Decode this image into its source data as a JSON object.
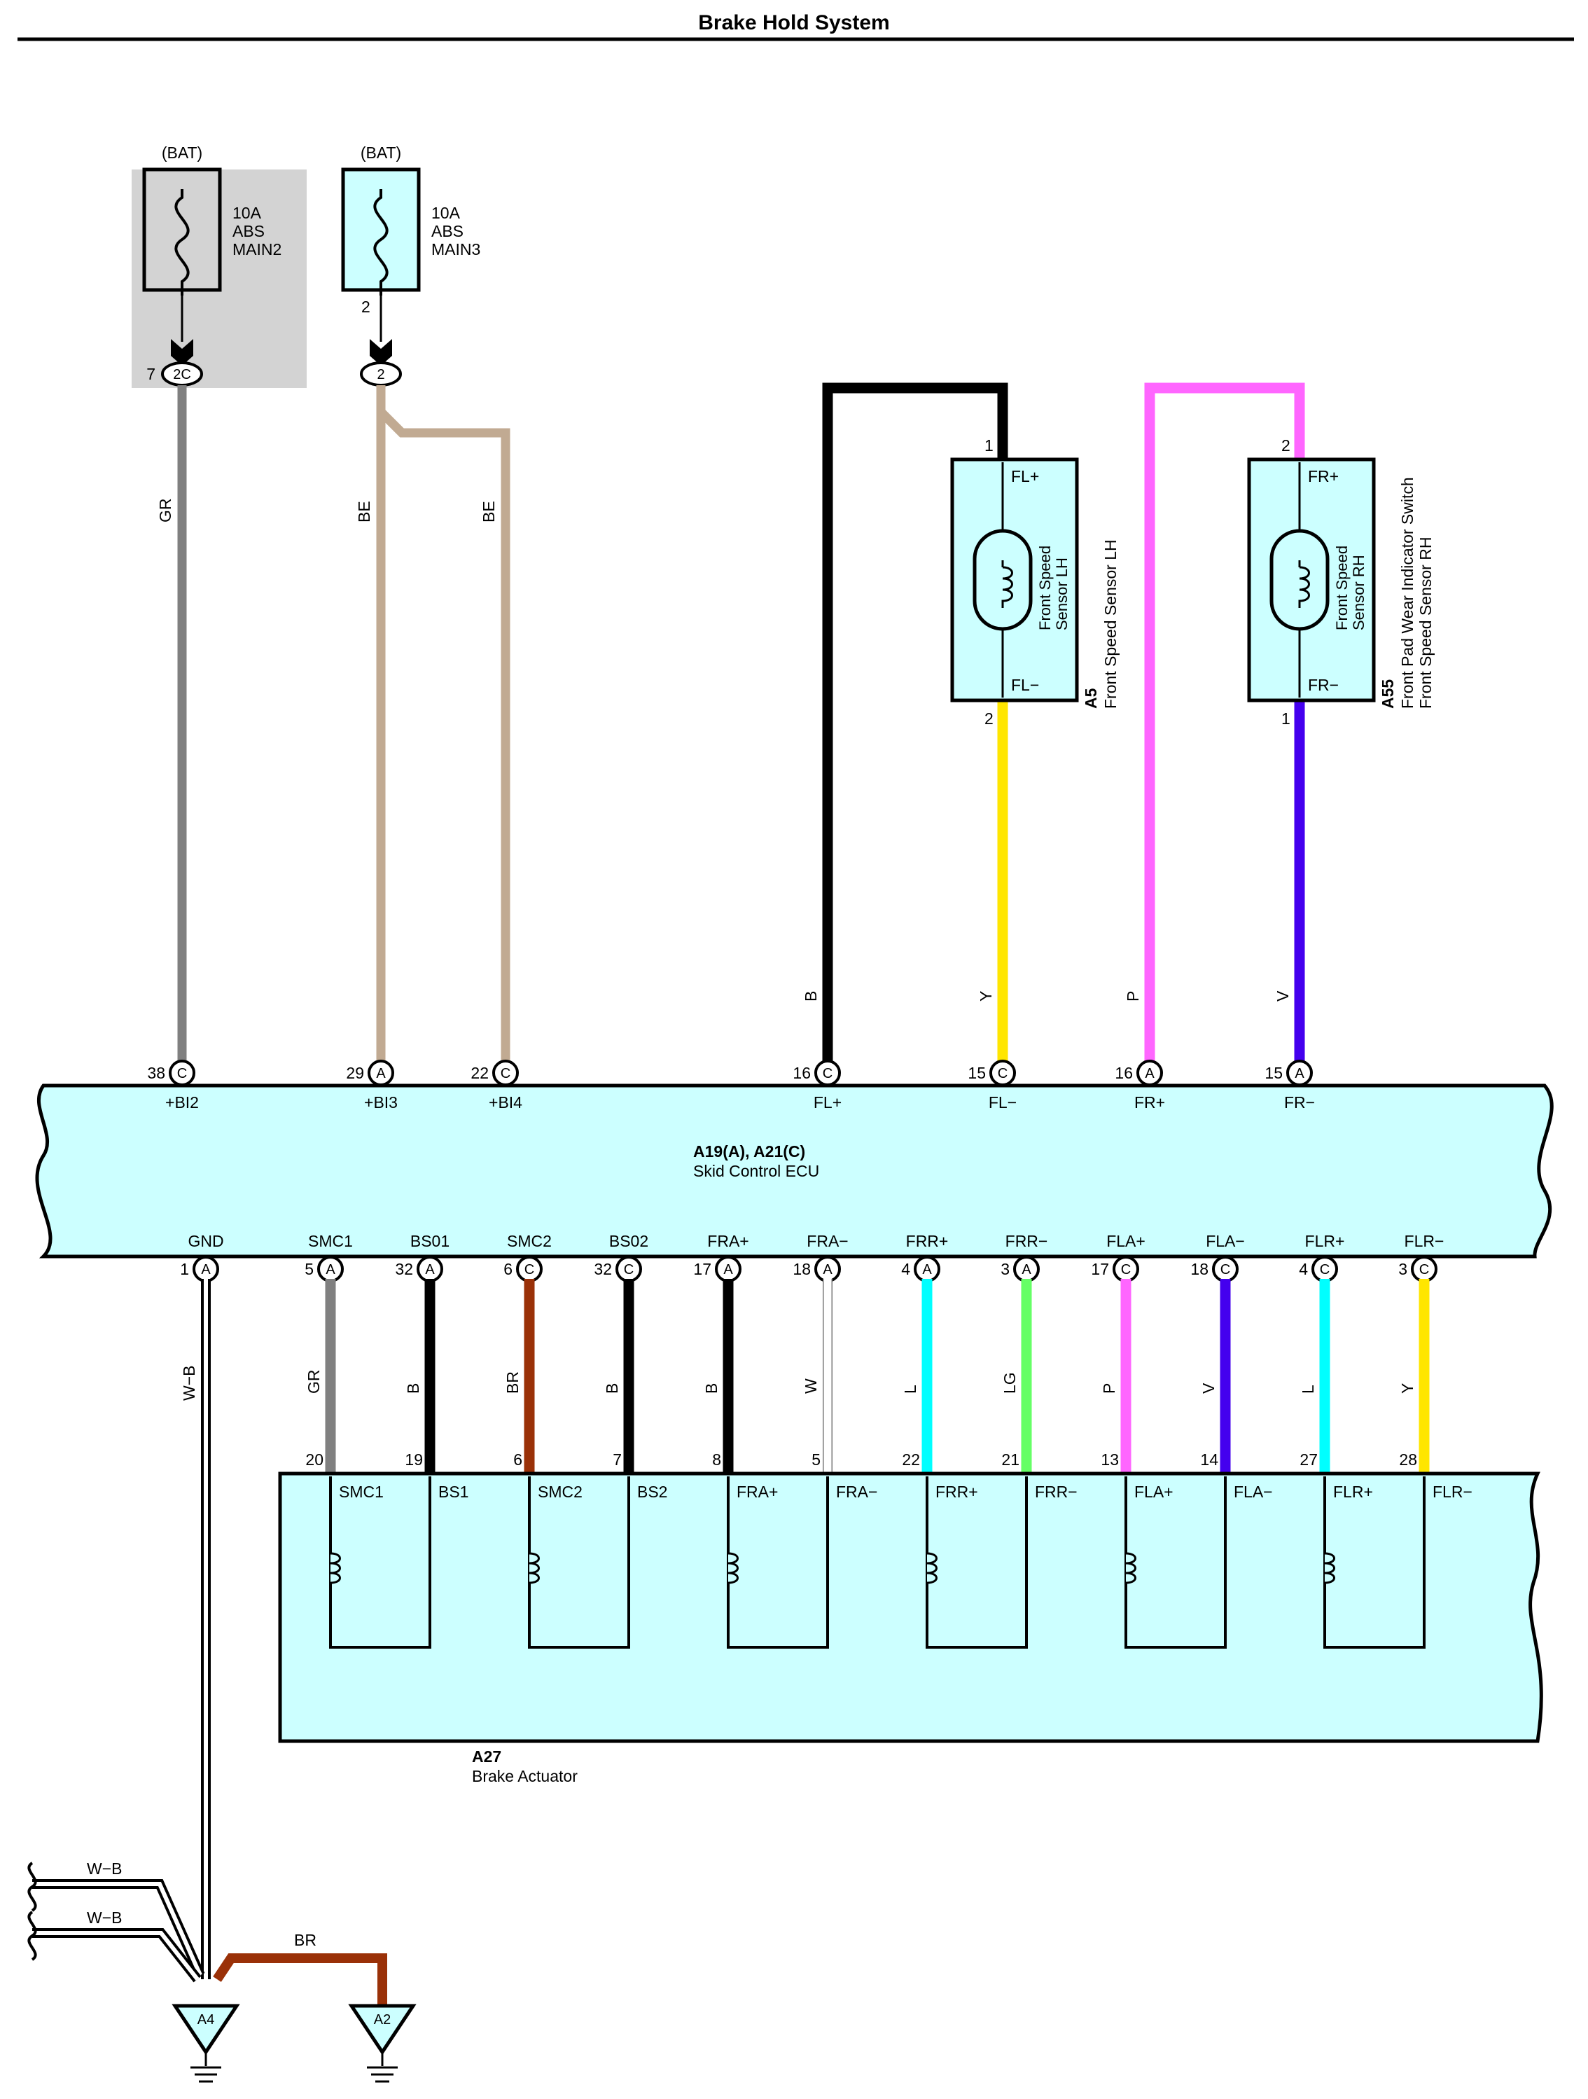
{
  "title": "Brake Hold System",
  "colors": {
    "component_fill": "#ccffff",
    "shade_fill": "#d3d3d3",
    "GR": "#808080",
    "BE": "#c1aa92",
    "B": "#000000",
    "Y": "#ffe600",
    "P": "#ff66ff",
    "V": "#4400ee",
    "BR": "#9a3108",
    "W": "#ffffff",
    "L": "#00ffff",
    "LG": "#66ff66"
  },
  "fuses": [
    {
      "source": "(BAT)",
      "rating": "10A",
      "name1": "ABS",
      "name2": "MAIN2",
      "conn_pin": "7",
      "conn_id": "2C",
      "out_pin": ""
    },
    {
      "source": "(BAT)",
      "rating": "10A",
      "name1": "ABS",
      "name2": "MAIN3",
      "conn_pin": "",
      "conn_id": "2",
      "out_pin": "2"
    }
  ],
  "sensors": [
    {
      "id": "A5",
      "description1": "Front Speed Sensor LH",
      "description2": "",
      "inner1": "Front Speed",
      "inner2": "Sensor LH",
      "plus_label": "FL+",
      "minus_label": "FL−",
      "plus_pin": "1",
      "minus_pin": "2"
    },
    {
      "id": "A55",
      "description1": "Front Pad Wear Indicator Switch",
      "description2": "Front Speed Sensor RH",
      "inner1": "Front Speed",
      "inner2": "Sensor RH",
      "plus_label": "FR+",
      "minus_label": "FR−",
      "plus_pin": "2",
      "minus_pin": "1"
    }
  ],
  "upper_wires": [
    {
      "color_code": "GR"
    },
    {
      "color_code": "BE"
    },
    {
      "color_code": "BE"
    },
    {
      "color_code": "B"
    },
    {
      "color_code": "Y"
    },
    {
      "color_code": "P"
    },
    {
      "color_code": "V"
    }
  ],
  "ecu": {
    "id": "A19(A), A21(C)",
    "name": "Skid Control ECU",
    "top_terminals": [
      {
        "pin": "38",
        "conn": "C",
        "label": "+BI2"
      },
      {
        "pin": "29",
        "conn": "A",
        "label": "+BI3"
      },
      {
        "pin": "22",
        "conn": "C",
        "label": "+BI4"
      },
      {
        "pin": "16",
        "conn": "C",
        "label": "FL+"
      },
      {
        "pin": "15",
        "conn": "C",
        "label": "FL−"
      },
      {
        "pin": "16",
        "conn": "A",
        "label": "FR+"
      },
      {
        "pin": "15",
        "conn": "A",
        "label": "FR−"
      }
    ],
    "bottom_terminals": [
      {
        "pin": "1",
        "conn": "A",
        "label": "GND",
        "wire": "W−B"
      },
      {
        "pin": "5",
        "conn": "A",
        "label": "SMC1",
        "wire": "GR"
      },
      {
        "pin": "32",
        "conn": "A",
        "label": "BS01",
        "wire": "B"
      },
      {
        "pin": "6",
        "conn": "C",
        "label": "SMC2",
        "wire": "BR"
      },
      {
        "pin": "32",
        "conn": "C",
        "label": "BS02",
        "wire": "B"
      },
      {
        "pin": "17",
        "conn": "A",
        "label": "FRA+",
        "wire": "B"
      },
      {
        "pin": "18",
        "conn": "A",
        "label": "FRA−",
        "wire": "W"
      },
      {
        "pin": "4",
        "conn": "A",
        "label": "FRR+",
        "wire": "L"
      },
      {
        "pin": "3",
        "conn": "A",
        "label": "FRR−",
        "wire": "LG"
      },
      {
        "pin": "17",
        "conn": "C",
        "label": "FLA+",
        "wire": "P"
      },
      {
        "pin": "18",
        "conn": "C",
        "label": "FLA−",
        "wire": "V"
      },
      {
        "pin": "4",
        "conn": "C",
        "label": "FLR+",
        "wire": "L"
      },
      {
        "pin": "3",
        "conn": "C",
        "label": "FLR−",
        "wire": "Y"
      }
    ]
  },
  "actuator": {
    "id": "A27",
    "name": "Brake Actuator",
    "terminals": [
      {
        "pin": "20",
        "label": "SMC1"
      },
      {
        "pin": "19",
        "label": "BS1"
      },
      {
        "pin": "6",
        "label": "SMC2"
      },
      {
        "pin": "7",
        "label": "BS2"
      },
      {
        "pin": "8",
        "label": "FRA+"
      },
      {
        "pin": "5",
        "label": "FRA−"
      },
      {
        "pin": "22",
        "label": "FRR+"
      },
      {
        "pin": "21",
        "label": "FRR−"
      },
      {
        "pin": "13",
        "label": "FLA+"
      },
      {
        "pin": "14",
        "label": "FLA−"
      },
      {
        "pin": "27",
        "label": "FLR+"
      },
      {
        "pin": "28",
        "label": "FLR−"
      }
    ]
  },
  "ground": {
    "incoming1": "W−B",
    "incoming2": "W−B",
    "br_wire": "BR",
    "points": [
      "A4",
      "A2"
    ]
  }
}
